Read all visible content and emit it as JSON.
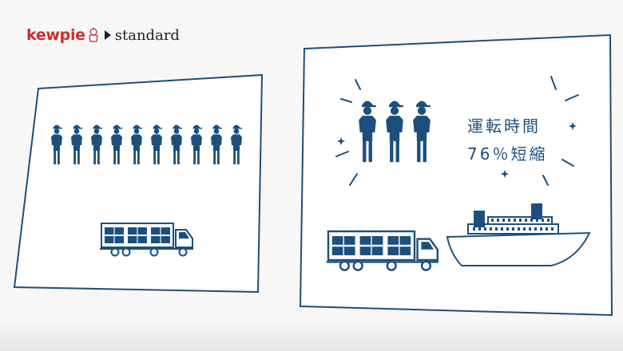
{
  "header": {
    "brand": "kewpie",
    "tagline": "standard"
  },
  "panel_right": {
    "caption_line1": "運転時間",
    "caption_line2": "76％短縮"
  },
  "colors": {
    "primary": "#1d4f7c",
    "brand_red": "#c8302f",
    "background": "#f7f7f7"
  },
  "icons": [
    "mascot-icon",
    "play-icon",
    "worker-icon",
    "truck-icon",
    "ship-icon",
    "sparkle-icon"
  ]
}
